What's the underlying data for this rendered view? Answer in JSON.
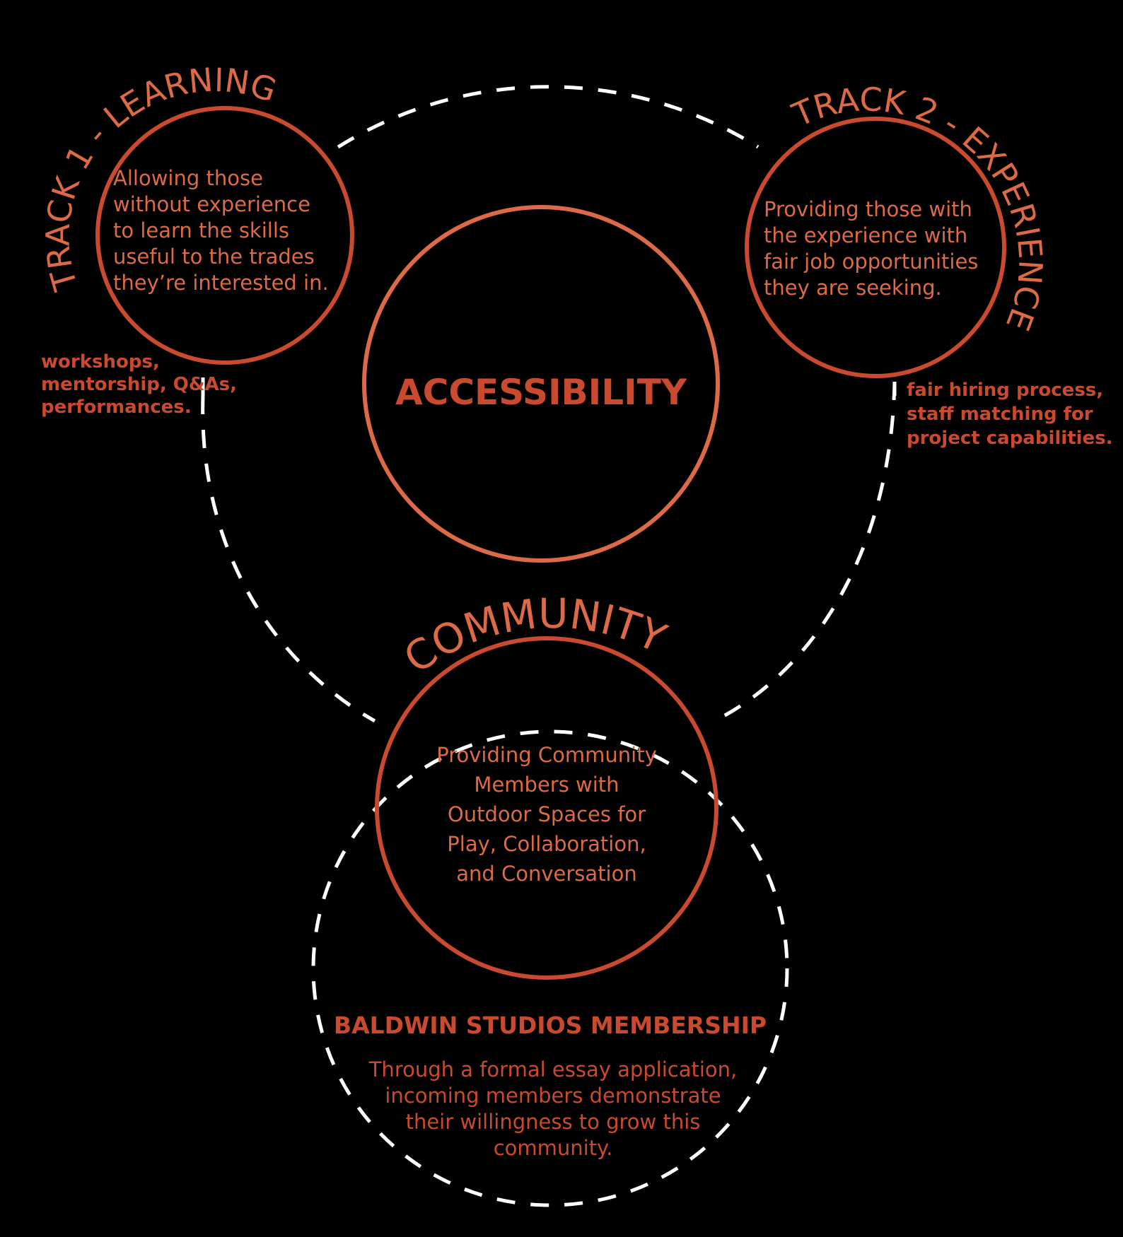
{
  "colors": {
    "background": "#000000",
    "primary_red": "#c94a2f",
    "orange": "#dd6a46",
    "dashed": "#ffffff"
  },
  "track1": {
    "title": "TRACK 1 - LEARNING",
    "lines": [
      "Allowing those",
      "without experience",
      "to learn the skills",
      "useful to the trades",
      "they’re interested in."
    ],
    "notes": [
      "workshops,",
      "mentorship, Q&As,",
      "performances."
    ]
  },
  "track2": {
    "title": "TRACK 2 - EXPERIENCE",
    "lines": [
      "Providing those with",
      "the experience with",
      "fair job opportunities",
      "they are seeking."
    ],
    "notes": [
      "fair hiring process,",
      "staff matching for",
      "project capabilities."
    ]
  },
  "center": {
    "label": "ACCESSIBILITY"
  },
  "community": {
    "title": "COMMUNITY",
    "lines": [
      "Providing Community",
      "Members with",
      "Outdoor Spaces for",
      "Play, Collaboration,",
      "and Conversation"
    ]
  },
  "membership": {
    "title": "BALDWIN STUDIOS MEMBERSHIP",
    "lines": [
      "Through a formal essay application,",
      "incoming members demonstrate",
      "their willingness to grow this",
      "community."
    ]
  }
}
